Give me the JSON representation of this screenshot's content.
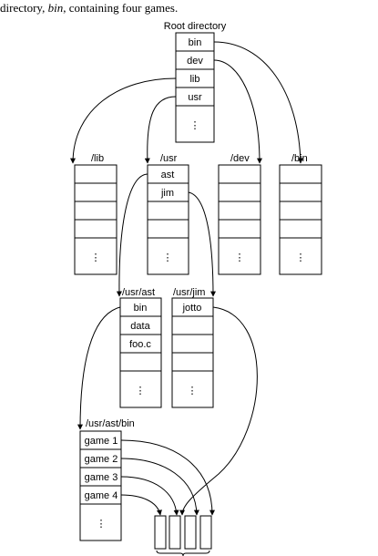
{
  "caption": {
    "pre": "directory, ",
    "em": "bin",
    "post": ", containing four games."
  },
  "root": {
    "title": "Root directory",
    "entries": [
      "bin",
      "dev",
      "lib",
      "usr"
    ],
    "more": "⋮"
  },
  "lib": {
    "title": "/lib",
    "more": "⋮"
  },
  "usr": {
    "title": "/usr",
    "entries": [
      "ast",
      "jim"
    ],
    "more": "⋮"
  },
  "dev": {
    "title": "/dev",
    "more": "⋮"
  },
  "bin": {
    "title": "/bin",
    "more": "⋮"
  },
  "usr_ast": {
    "title": "/usr/ast",
    "entries": [
      "bin",
      "data",
      "foo.c"
    ],
    "more": "⋮"
  },
  "usr_jim": {
    "title": "/usr/jim",
    "entries": [
      "jotto"
    ],
    "more": "⋮"
  },
  "usr_ast_bin": {
    "title": "/usr/ast/bin",
    "entries": [
      "game 1",
      "game 2",
      "game 3",
      "game 4"
    ],
    "more": "⋮"
  }
}
